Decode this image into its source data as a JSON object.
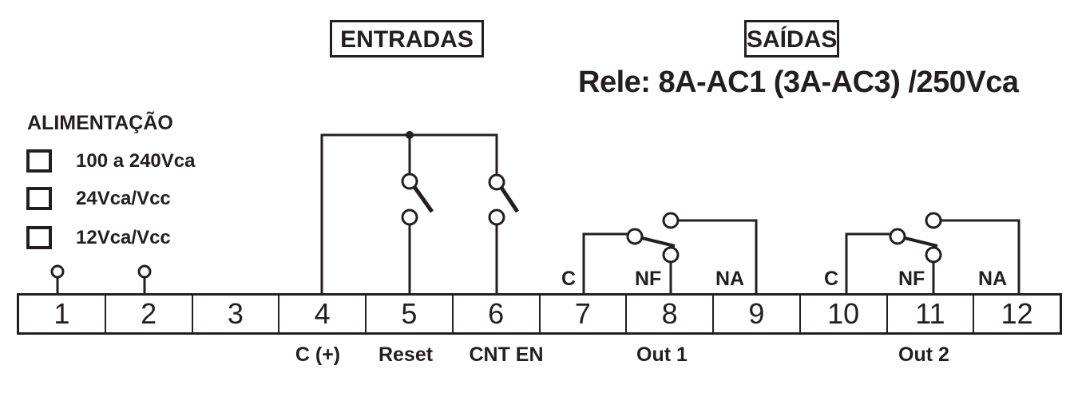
{
  "headers": {
    "inputs": "ENTRADAS",
    "outputs": "SAÍDAS",
    "relay_rating": "Rele: 8A-AC1 (3A-AC3) /250Vca"
  },
  "power_supply": {
    "title": "ALIMENTAÇÃO",
    "options": [
      {
        "label": "100 a 240Vca",
        "checked": false
      },
      {
        "label": "24Vca/Vcc",
        "checked": false
      },
      {
        "label": "12Vca/Vcc",
        "checked": false
      }
    ]
  },
  "terminals": [
    "1",
    "2",
    "3",
    "4",
    "5",
    "6",
    "7",
    "8",
    "9",
    "10",
    "11",
    "12"
  ],
  "terminal_labels": {
    "t4": "C (+)",
    "t5": "Reset",
    "t6": "CNT EN",
    "out1": "Out 1",
    "out2": "Out 2"
  },
  "relay_contacts": {
    "out1": {
      "common": "C",
      "normally_closed": "NF",
      "normally_open": "NA"
    },
    "out2": {
      "common": "C",
      "normally_closed": "NF",
      "normally_open": "NA"
    }
  },
  "inputs": [
    {
      "name": "Reset",
      "terminal": "5",
      "type": "switch-open"
    },
    {
      "name": "CNT EN",
      "terminal": "6",
      "type": "switch-open"
    }
  ]
}
